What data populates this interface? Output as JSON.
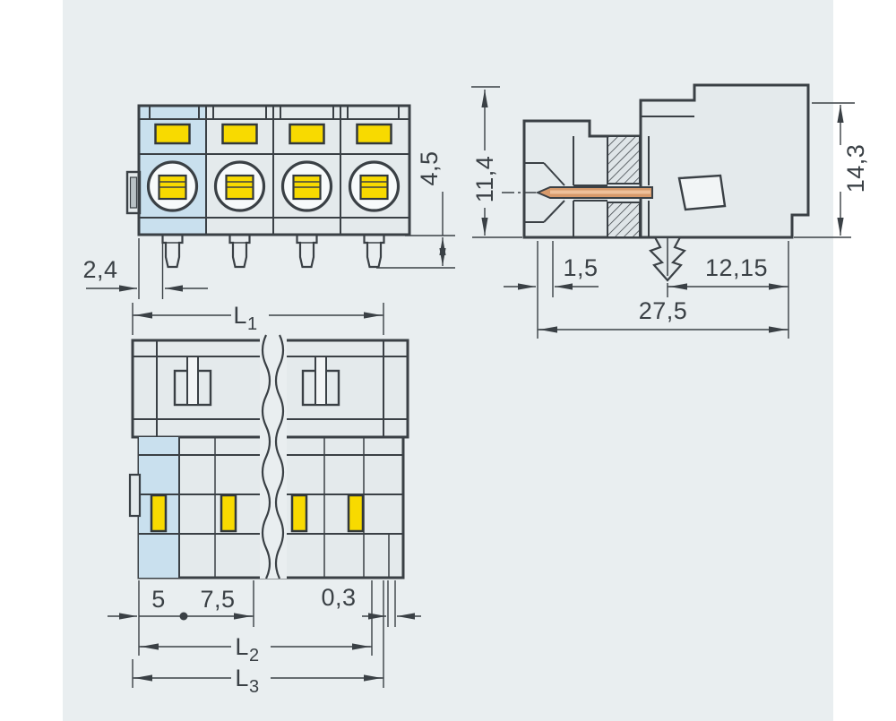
{
  "drawing": {
    "kind": "connector-dimensional-drawing",
    "views": {
      "front": "front-view",
      "side": "side-section-view",
      "plan": "plan-view-with-break"
    },
    "dims": {
      "front_offset": "2,4",
      "front_pin_length": "4,5",
      "side_height_front": "11,4",
      "side_height_total": "14,3",
      "side_pin_setback": "1,5",
      "side_clip_to_end": "12,15",
      "side_total_depth": "27,5",
      "plan_l1_base": "L",
      "plan_l1_sub": "1",
      "plan_edge_to_pin": "5",
      "plan_pitch": "7,5",
      "plan_gap": "0,3",
      "plan_l2_base": "L",
      "plan_l2_sub": "2",
      "plan_l3_base": "L",
      "plan_l3_sub": "3"
    },
    "colors": {
      "page": "#ffffff",
      "panel": "#e9eef0",
      "body": "#e4eaec",
      "body_light": "#f2f5f6",
      "circle_face": "#f7fafb",
      "highlight_blue": "#c9e0ee",
      "accent_yellow": "#f8da00",
      "pin_copper": "#d79a6b",
      "pin_copper_light": "#eec09a",
      "line": "#3a4045"
    }
  }
}
